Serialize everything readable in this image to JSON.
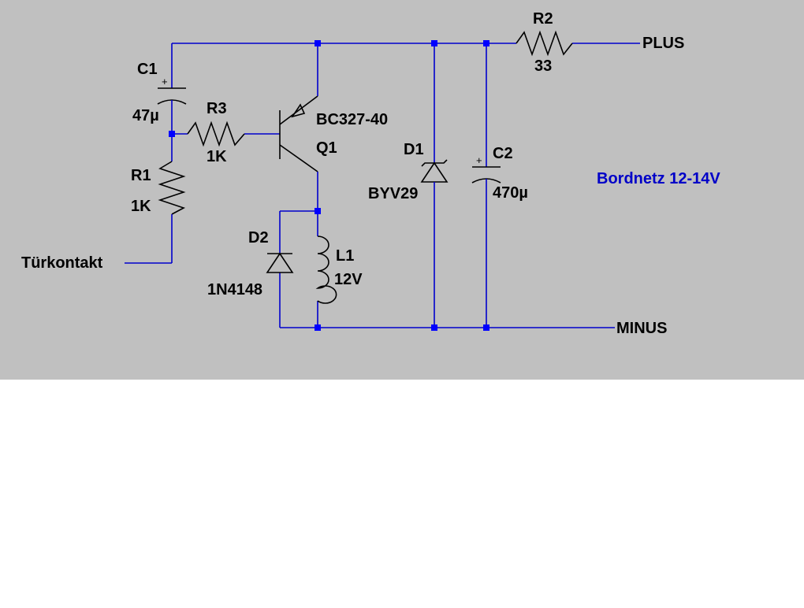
{
  "schematic": {
    "net_labels": {
      "plus": "PLUS",
      "minus": "MINUS",
      "input": "Türkontakt"
    },
    "note": "Bordnetz 12-14V",
    "components": {
      "r1": {
        "name": "R1",
        "value": "1K"
      },
      "r2": {
        "name": "R2",
        "value": "33"
      },
      "r3": {
        "name": "R3",
        "value": "1K"
      },
      "c1": {
        "name": "C1",
        "value": "47µ"
      },
      "c2": {
        "name": "C2",
        "value": "470µ"
      },
      "q1": {
        "name": "Q1",
        "value": "BC327-40"
      },
      "d1": {
        "name": "D1",
        "value": "BYV29"
      },
      "d2": {
        "name": "D2",
        "value": "1N4148"
      },
      "l1": {
        "name": "L1",
        "value": "12V"
      }
    },
    "polarity_mark": "+",
    "colors": {
      "wire": "#0000cc",
      "junction": "#0000ff",
      "component": "#000000",
      "background": "#c0c0c0",
      "note": "#0000c8"
    }
  }
}
